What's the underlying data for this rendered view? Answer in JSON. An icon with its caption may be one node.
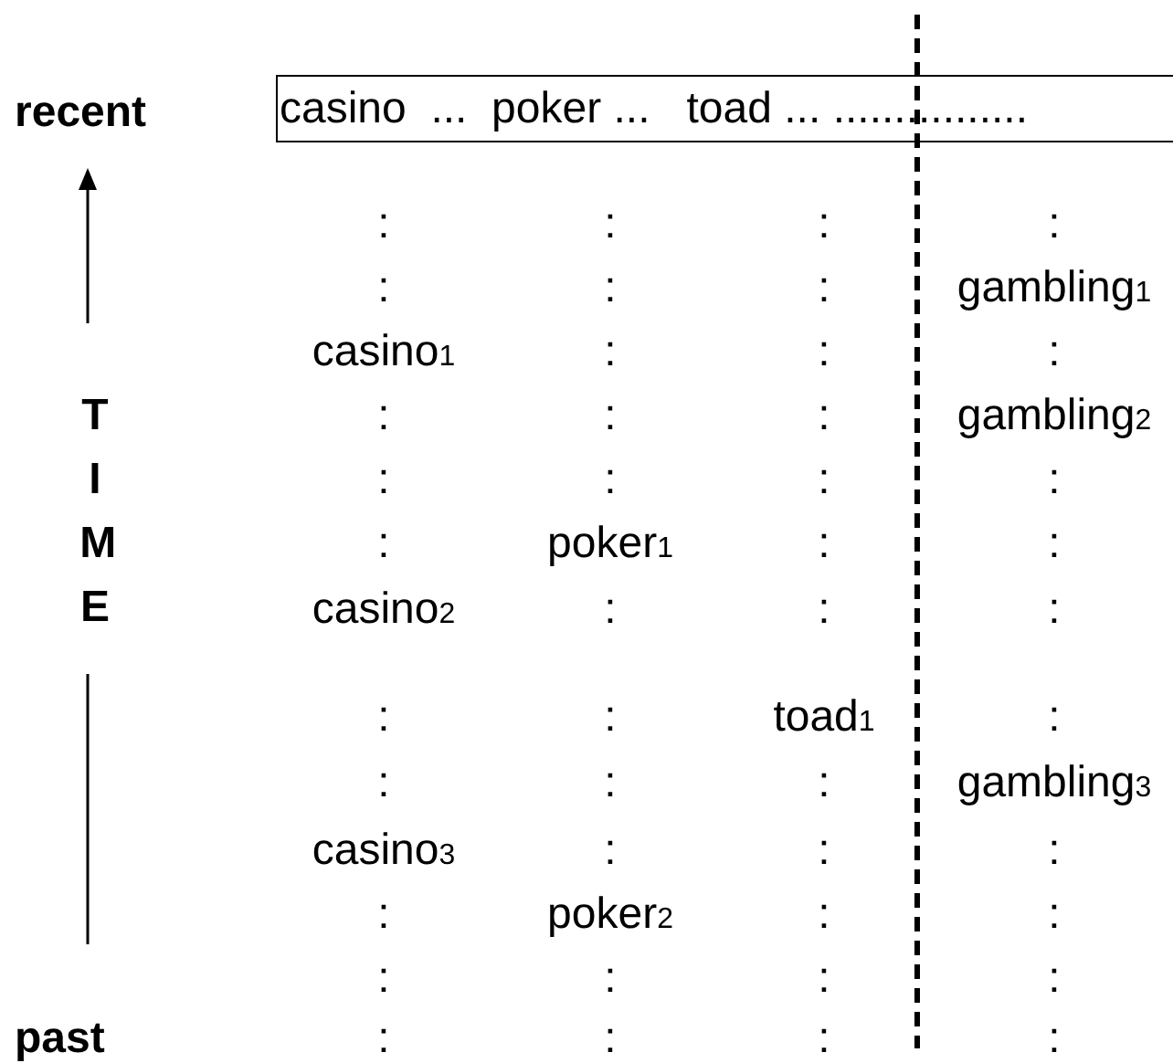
{
  "diagram": {
    "nodes": [
      {
        "text": [
          "casino  ...  poker ...   toad ... ................"
        ]
      }
    ],
    "labels": [
      "recent",
      "TIME",
      ":",
      ":",
      ":",
      ":",
      ":",
      ":",
      ":",
      "gambling$_{1}$",
      "casino$_{1}$",
      ":",
      ":",
      ":",
      ":",
      ":",
      ":",
      "gambling$_{2}$",
      ":",
      ":",
      ":",
      ":",
      ":",
      "poker$_{1}$",
      ":",
      ":",
      "casino$_{2}$",
      ":",
      ":",
      ":",
      ":",
      ":",
      "toad$_{1}$",
      ":",
      ":",
      ":",
      ":",
      "gambling$_{3}$",
      "casino$_{3}$",
      ":",
      ":",
      ":",
      ":",
      "poker$_{2}$",
      ":",
      ":",
      ":",
      ":",
      ":",
      ":",
      "past",
      ":",
      ":",
      ":",
      ":"
    ]
  }
}
